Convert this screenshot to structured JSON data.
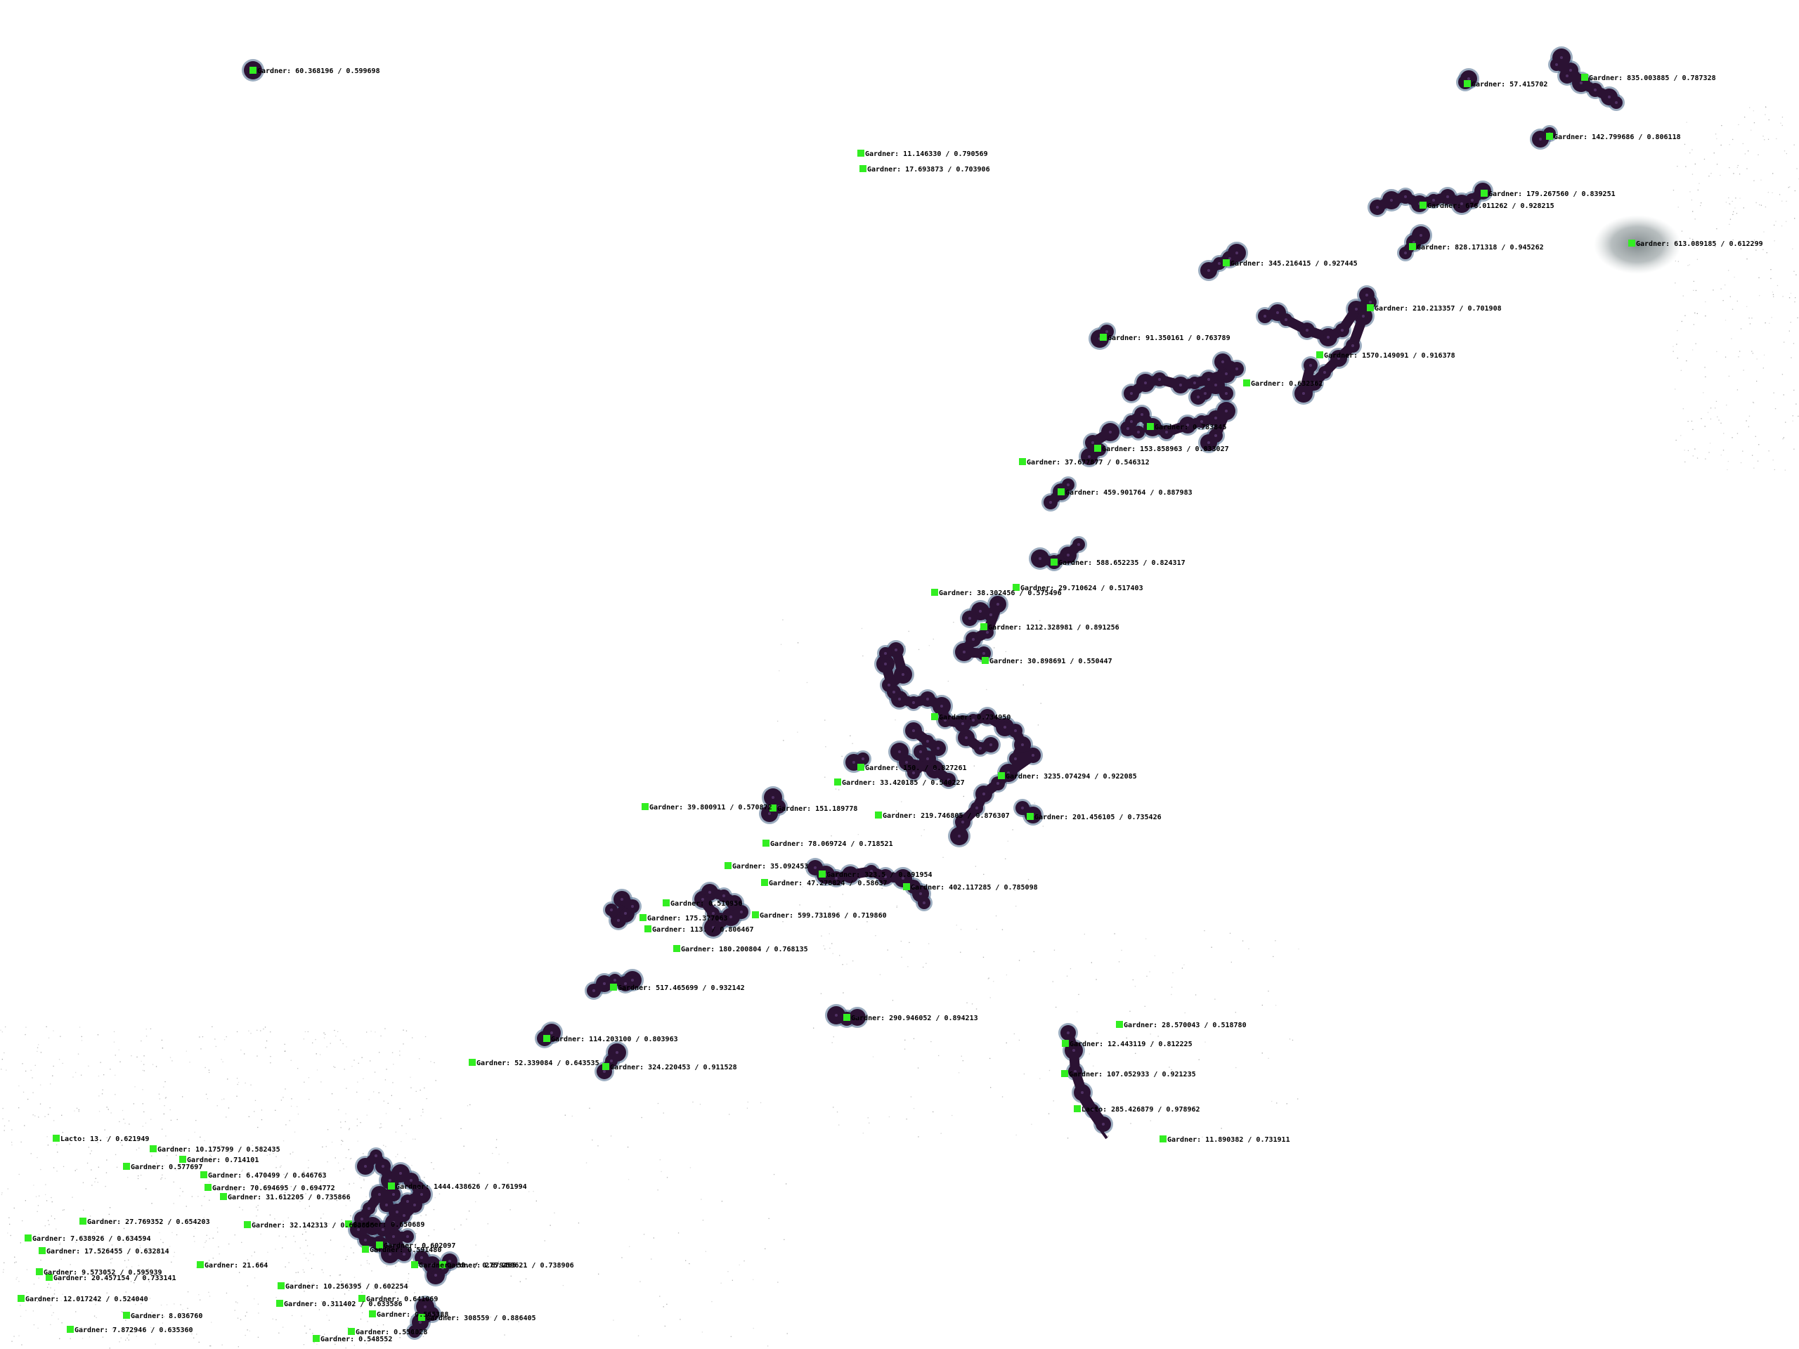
{
  "image": {
    "background": "#ffffff",
    "blob_color": "#2b1233",
    "blob_halo": "#4a6a8c",
    "marker_color": "#33ee22",
    "haze_color": "#8f9a9c"
  },
  "detections": [
    {
      "cls": "Gardner",
      "area": "60.368196",
      "score": "0.599698"
    },
    {
      "cls": "Gardner",
      "area": "11.146330",
      "score": "0.790569"
    },
    {
      "cls": "Gardner",
      "area": "17.693873",
      "score": "0.703906"
    },
    {
      "cls": "Gardner",
      "area": "57.415702",
      "score": ""
    },
    {
      "cls": "Gardner",
      "area": "835.003885",
      "score": "0.787328"
    },
    {
      "cls": "Gardner",
      "area": "142.799686",
      "score": "0.806118"
    },
    {
      "cls": "Gardner",
      "area": "179.267560",
      "score": "0.839251"
    },
    {
      "cls": "Gardner",
      "area": "676.011262",
      "score": "0.928215"
    },
    {
      "cls": "Gardner",
      "area": "613.089185",
      "score": "0.612299"
    },
    {
      "cls": "Gardner",
      "area": "828.171318",
      "score": "0.945262"
    },
    {
      "cls": "Gardner",
      "area": "345.216415",
      "score": "0.927445"
    },
    {
      "cls": "Gardner",
      "area": "210.213357",
      "score": "0.701908"
    },
    {
      "cls": "Gardner",
      "area": "91.350161",
      "score": "0.763789"
    },
    {
      "cls": "Gardner",
      "area": "1570.149091",
      "score": "0.916378"
    },
    {
      "cls": "Gardner",
      "area": "",
      "score": "0.632362"
    },
    {
      "cls": "Gardner",
      "area": "",
      "score": "0.783845"
    },
    {
      "cls": "Gardner",
      "area": "153.858963",
      "score": "0.833027"
    },
    {
      "cls": "Gardner",
      "area": "37.677877",
      "score": "0.546312"
    },
    {
      "cls": "Gardner",
      "area": "459.901764",
      "score": "0.887983"
    },
    {
      "cls": "Gardner",
      "area": "588.652235",
      "score": "0.824317"
    },
    {
      "cls": "Gardner",
      "area": "29.710624",
      "score": "0.517403"
    },
    {
      "cls": "Gardner",
      "area": "38.302456",
      "score": "0.575496"
    },
    {
      "cls": "Gardner",
      "area": "1212.328981",
      "score": "0.891256"
    },
    {
      "cls": "Gardner",
      "area": "30.898691",
      "score": "0.550447"
    },
    {
      "cls": "Gardner",
      "area": "",
      "score": "0.734950"
    },
    {
      "cls": "Gardner",
      "area": "150.",
      "score": "0.827261"
    },
    {
      "cls": "Gardner",
      "area": "3235.074294",
      "score": "0.922085"
    },
    {
      "cls": "Gardner",
      "area": "33.420185",
      "score": "0.540227"
    },
    {
      "cls": "Gardner",
      "area": "39.800911",
      "score": "0.570872"
    },
    {
      "cls": "Gardner",
      "area": "151.189778",
      "score": ""
    },
    {
      "cls": "Gardner",
      "area": "219.746805",
      "score": "0.876307"
    },
    {
      "cls": "Gardner",
      "area": "201.456105",
      "score": "0.735426"
    },
    {
      "cls": "Gardner",
      "area": "78.069724",
      "score": "0.718521"
    },
    {
      "cls": "Gardner",
      "area": "35.092453",
      "score": ""
    },
    {
      "cls": "Gardner",
      "area": "323.5",
      "score": "0.891954"
    },
    {
      "cls": "Gardner",
      "area": "47.278824",
      "score": "0.58637"
    },
    {
      "cls": "Gardner",
      "area": "402.117285",
      "score": "0.785098"
    },
    {
      "cls": "Gardner",
      "area": "",
      "score": "0.510956"
    },
    {
      "cls": "Gardner",
      "area": "175.377063",
      "score": ""
    },
    {
      "cls": "Gardner",
      "area": "599.731896",
      "score": "0.719860"
    },
    {
      "cls": "Gardner",
      "area": "113.",
      "score": "0.806467"
    },
    {
      "cls": "Gardner",
      "area": "180.200804",
      "score": "0.768135"
    },
    {
      "cls": "Gardner",
      "area": "517.465699",
      "score": "0.932142"
    },
    {
      "cls": "Gardner",
      "area": "290.946052",
      "score": "0.894213"
    },
    {
      "cls": "Gardner",
      "area": "28.570043",
      "score": "0.518780"
    },
    {
      "cls": "Gardner",
      "area": "114.203100",
      "score": "0.803963"
    },
    {
      "cls": "Gardner",
      "area": "12.443119",
      "score": "0.812225"
    },
    {
      "cls": "Gardner",
      "area": "52.339084",
      "score": "0.643535"
    },
    {
      "cls": "Gardner",
      "area": "324.220453",
      "score": "0.911528"
    },
    {
      "cls": "Gardner",
      "area": "107.052933",
      "score": "0.921235"
    },
    {
      "cls": "Lacto",
      "area": "285.426879",
      "score": "0.978962"
    },
    {
      "cls": "Gardner",
      "area": "11.890382",
      "score": "0.731911"
    },
    {
      "cls": "Gardner",
      "area": "1444.438626",
      "score": "0.761994"
    },
    {
      "cls": "Gardner",
      "area": "275.259621",
      "score": "0.738906"
    },
    {
      "cls": "Gardner",
      "area": "308559",
      "score": "0.886405"
    },
    {
      "cls": "Gardner",
      "area": "10.175799",
      "score": "0.582435"
    },
    {
      "cls": "Lacto",
      "area": "13.",
      "score": "0.621949"
    },
    {
      "cls": "Gardner",
      "area": "",
      "score": "0.714101"
    },
    {
      "cls": "Gardner",
      "area": "",
      "score": "0.577697"
    },
    {
      "cls": "Gardner",
      "area": "6.470499",
      "score": "0.646763"
    },
    {
      "cls": "Gardner",
      "area": "70.694695",
      "score": "0.694772"
    },
    {
      "cls": "Gardner",
      "area": "31.612205",
      "score": "0.735866"
    },
    {
      "cls": "Gardner",
      "area": "27.769352",
      "score": "0.654203"
    },
    {
      "cls": "Gardner",
      "area": "32.142313",
      "score": "0.683856"
    },
    {
      "cls": "Gardner",
      "area": "",
      "score": "0.650689"
    },
    {
      "cls": "Gardner",
      "area": "7.638926",
      "score": "0.634594"
    },
    {
      "cls": "Gardner",
      "area": "17.526455",
      "score": "0.632814"
    },
    {
      "cls": "Gardner",
      "area": "9.573052",
      "score": "0.595939"
    },
    {
      "cls": "Gardner",
      "area": "20.457154",
      "score": "0.733141"
    },
    {
      "cls": "Gardner",
      "area": "21.664",
      "score": ""
    },
    {
      "cls": "Gardner",
      "area": "12.017242",
      "score": "0.524040"
    },
    {
      "cls": "Gardner",
      "area": "8.036760",
      "score": ""
    },
    {
      "cls": "Gardner",
      "area": "7.872946",
      "score": "0.635360"
    },
    {
      "cls": "Gardner",
      "area": "10.256395",
      "score": "0.602254"
    },
    {
      "cls": "Gardner",
      "area": "0.311402",
      "score": "0.633586"
    },
    {
      "cls": "Gardner",
      "area": "",
      "score": "0.641069"
    },
    {
      "cls": "Gardner",
      "area": "",
      "score": "0.565388"
    },
    {
      "cls": "Gardner",
      "area": "",
      "score": "0.550028"
    },
    {
      "cls": "Gardner",
      "area": "",
      "score": "0.548552"
    },
    {
      "cls": "Gardner",
      "area": "38.",
      "score": "0.679465"
    },
    {
      "cls": "Gardner",
      "area": "",
      "score": "0.602097"
    },
    {
      "cls": "Gardner",
      "area": "",
      "score": "0.591480"
    }
  ]
}
